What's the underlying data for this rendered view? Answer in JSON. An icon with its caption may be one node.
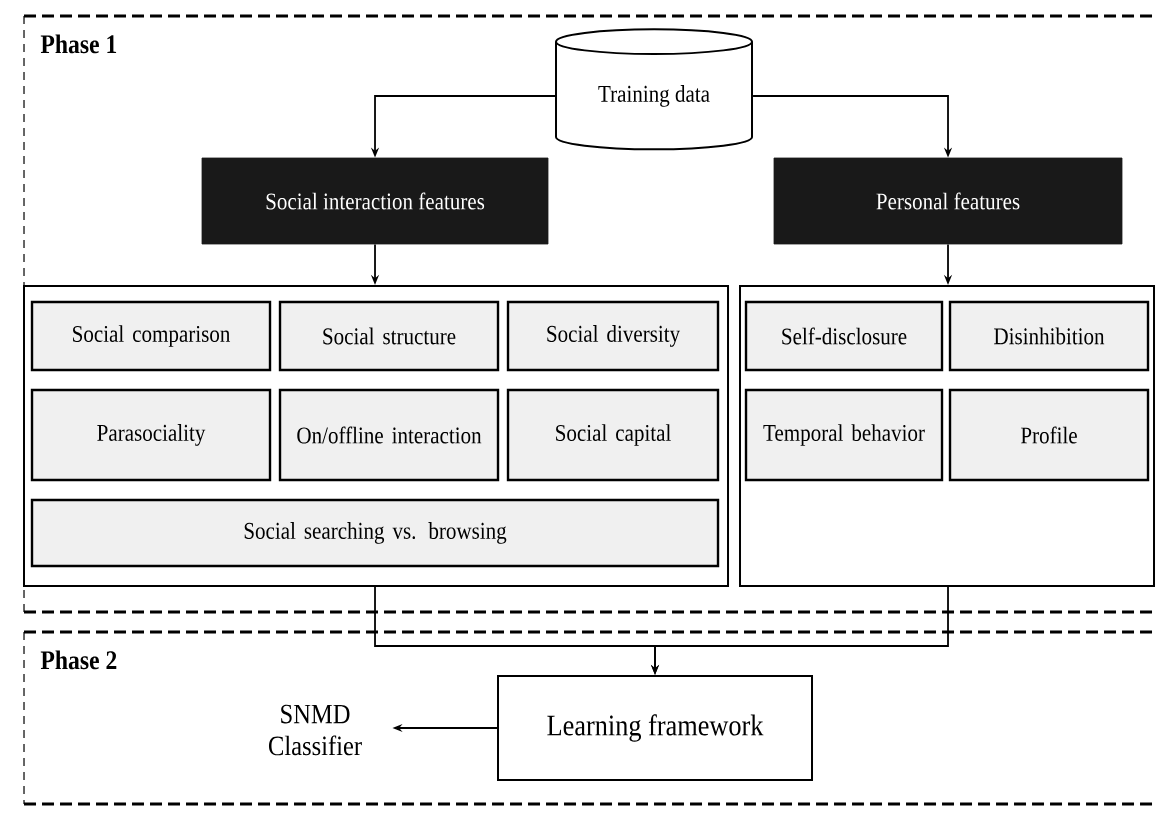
{
  "diagram": {
    "nodes": [
      {
        "text": [
          "Phase 1"
        ]
      },
      {
        "text": [
          "Training data"
        ],
        "in": 0
      },
      {
        "text": [
          "Social interaction features"
        ],
        "in": 0
      },
      {
        "text": [
          "Personal features"
        ],
        "in": 0
      },
      {
        "text": [],
        "shape": "box",
        "in": 0
      },
      {
        "text": [
          "Social comparison"
        ],
        "in": 4
      },
      {
        "text": [
          "Social structure"
        ],
        "in": 4
      },
      {
        "text": [
          "Social diversity"
        ],
        "in": 4
      },
      {
        "text": [
          "Parasociality"
        ],
        "in": 4
      },
      {
        "text": [
          "On/offline interaction"
        ],
        "in": 4
      },
      {
        "text": [
          "Social capital"
        ],
        "in": 4
      },
      {
        "text": [
          "Social searching vs. browsing"
        ],
        "in": 4
      },
      {
        "text": [],
        "shape": "box",
        "in": 0
      },
      {
        "text": [
          "Self-disclosure"
        ],
        "in": 12
      },
      {
        "text": [
          "Disinhibition"
        ],
        "in": 12
      },
      {
        "text": [
          "Temporal behavior"
        ],
        "in": 12
      },
      {
        "text": [
          "Profile"
        ],
        "in": 12
      },
      {
        "text": [
          "Phase 2"
        ]
      },
      {
        "text": [
          "Learning framework"
        ],
        "in": 17
      },
      {
        "text": [
          "SNMD Classifier"
        ],
        "in": 17
      }
    ],
    "edges": [
      {
        "from": 1,
        "to": 2,
        "arrow": "to"
      },
      {
        "from": 1,
        "to": 3,
        "arrow": "to"
      },
      {
        "from": 2,
        "to": 4,
        "arrow": "to"
      },
      {
        "from": 3,
        "to": 12,
        "arrow": "to"
      },
      {
        "from": 4,
        "to": 18,
        "arrow": "to"
      },
      {
        "from": 12,
        "to": 18,
        "arrow": "to"
      },
      {
        "from": 18,
        "to": 19,
        "arrow": "to"
      }
    ]
  }
}
